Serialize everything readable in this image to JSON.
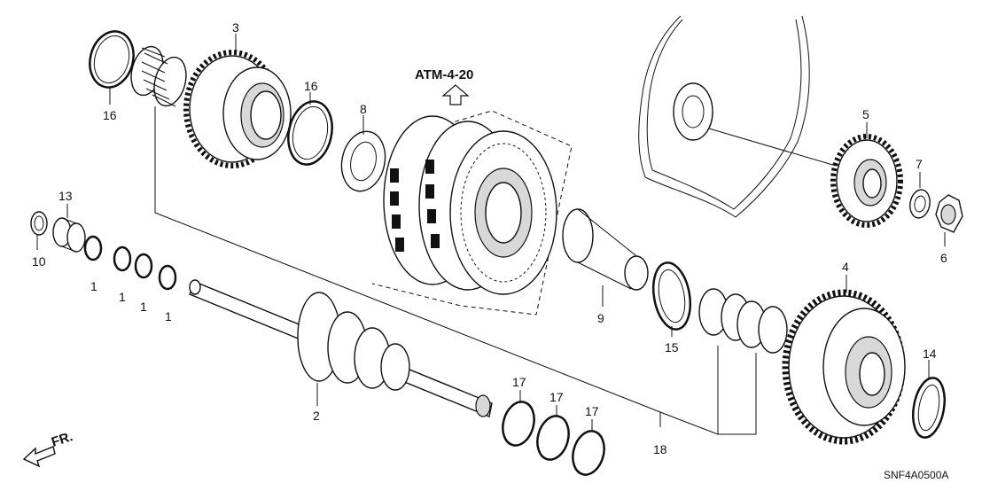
{
  "reference": {
    "text": "ATM-4-20"
  },
  "diagram_code": "SNF4A0500A",
  "direction": {
    "text": "FR."
  },
  "callouts": [
    "1",
    "1",
    "1",
    "1",
    "2",
    "3",
    "4",
    "5",
    "6",
    "7",
    "8",
    "9",
    "10",
    "13",
    "14",
    "15",
    "16",
    "16",
    "17",
    "17",
    "17",
    "18"
  ]
}
